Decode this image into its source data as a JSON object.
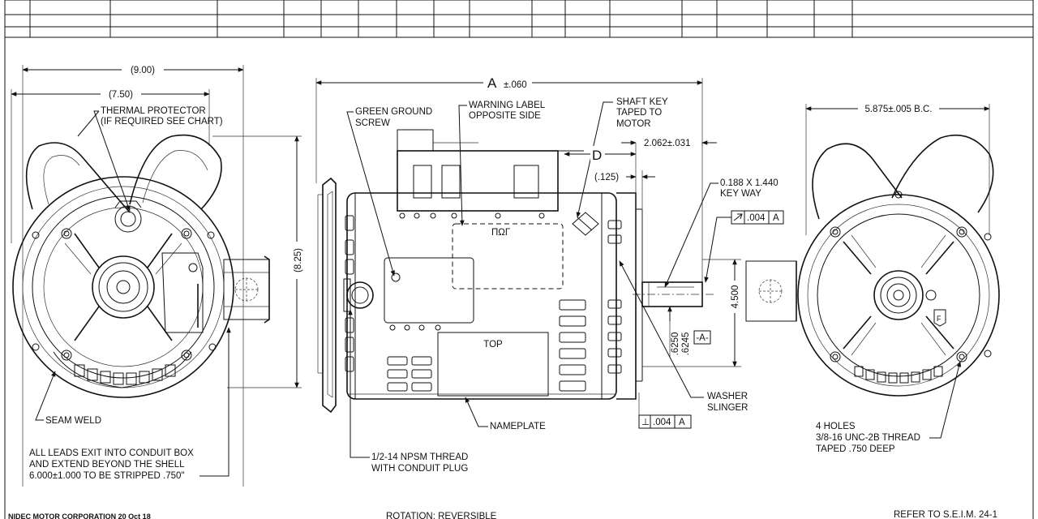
{
  "left_view": {
    "dim_outer": "(9.00)",
    "dim_inner": "(7.50)",
    "dim_height": "(8.25)",
    "thermal_protector": [
      "THERMAL PROTECTOR",
      "(IF REQUIRED SEE CHART)"
    ],
    "seam_weld": "SEAM WELD",
    "leads_note": [
      "ALL LEADS EXIT INTO CONDUIT BOX",
      "AND EXTEND BEYOND THE SHELL",
      "6.000±1.000 TO BE STRIPPED .750\""
    ]
  },
  "side_view": {
    "dim_a": "A",
    "dim_a_tol": "±.060",
    "green_ground": [
      "GREEN GROUND",
      "SCREW"
    ],
    "warning_label": [
      "WARNING LABEL",
      "OPPOSITE SIDE"
    ],
    "shaft_key": [
      "SHAFT KEY",
      "TAPED TO",
      "MOTOR"
    ],
    "dim_d": "D",
    "dim_2062": "2.062±.031",
    "dim_125": "(.125)",
    "keyway": [
      "0.188 X 1.440",
      "KEY WAY"
    ],
    "tol_top": [
      ".004",
      "A"
    ],
    "dim_4500": "4.500",
    "dim_6250": ".6250",
    "dim_6245": ".6245",
    "datum_a": "-A-",
    "top": "TOP",
    "nameplate": "NAMEPLATE",
    "thread_note": [
      "1/2-14 NPSM THREAD",
      "WITH CONDUIT PLUG"
    ],
    "washer": [
      "WASHER",
      "SLINGER"
    ],
    "tol_bottom": [
      "⊥",
      ".004",
      "A"
    ]
  },
  "right_view": {
    "bc": "5.875±.005 B.C.",
    "holes": [
      "4 HOLES",
      "3/8-16 UNC-2B THREAD",
      "TAPED .750 DEEP"
    ]
  },
  "footer": {
    "left": "NIDEC MOTOR CORPORATION 20 Oct 18",
    "center": "ROTATION: REVERSIBLE",
    "right": "REFER TO S.E.I.M. 24-1"
  }
}
